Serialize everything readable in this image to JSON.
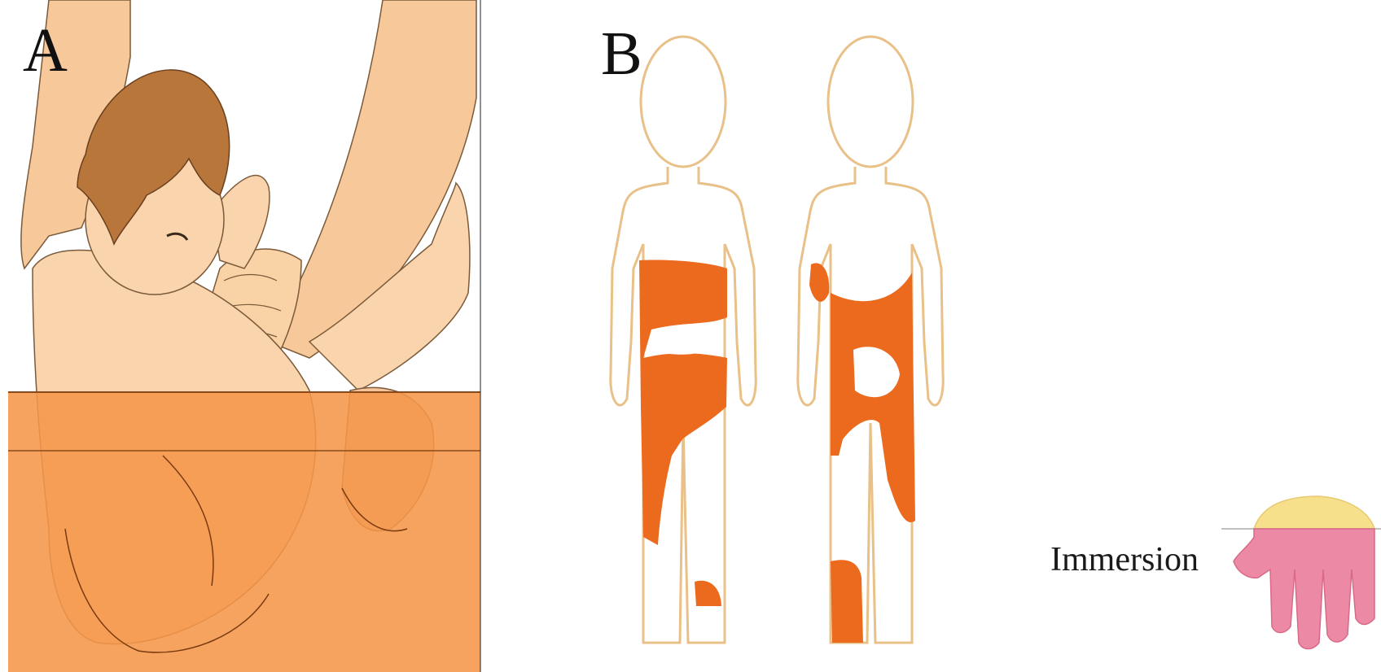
{
  "panels": {
    "a": {
      "label": "A"
    },
    "b": {
      "label": "B"
    }
  },
  "legend": {
    "text": "Immersion"
  },
  "colors": {
    "skin": "#f8d3a8",
    "skin_dark": "#eebd8a",
    "hair": "#b8763a",
    "water": "#f5964a",
    "water_surface": "#f0a05a",
    "burn": "#ec6a1e",
    "outline": "#e8c088",
    "palm_pink": "#ec8aa6",
    "palm_yellow": "#f6e08c"
  }
}
